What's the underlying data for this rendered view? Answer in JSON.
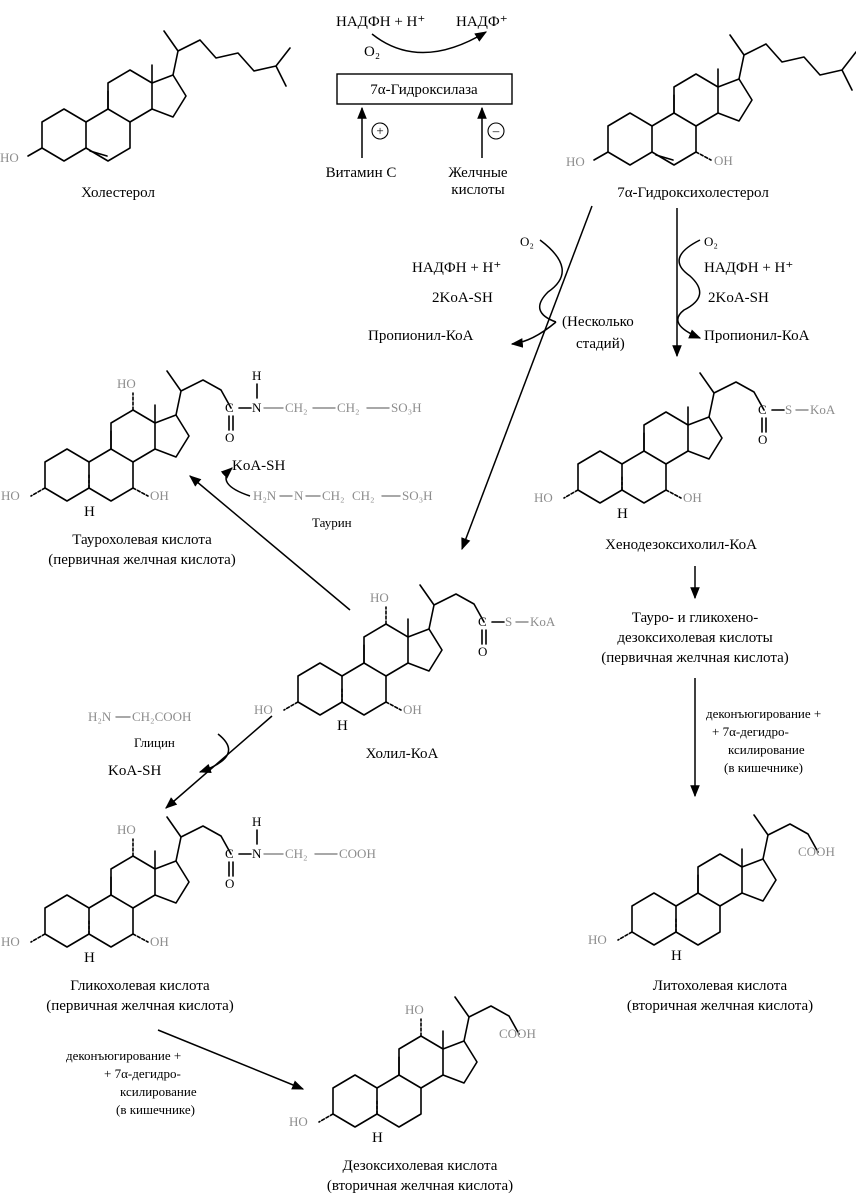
{
  "colors": {
    "ink": "#000000",
    "substituent": "#8c8c8c",
    "background": "#ffffff"
  },
  "enzyme_block": {
    "enzyme": "7α-Гидроксилаза",
    "nadph": "НАДФН + H⁺",
    "nadp": "НАДФ⁺",
    "o2": "O₂",
    "activator": "Витамин С",
    "inhibitor_line1": "Желчные",
    "inhibitor_line2": "кислоты",
    "plus": "+",
    "minus": "–"
  },
  "compounds": {
    "cholesterol": "Холестерол",
    "hydroxycholesterol": "7α-Гидроксихолестерол",
    "taurocholic_line1": "Таурохолевая кислота",
    "taurocholic_line2": "(первичная желчная кислота)",
    "chenodeoxycholyl_coa": "Хенодезоксихолил-КоА",
    "tauro_glyco_line1": "Тауро- и гликохено-",
    "tauro_glyco_line2": "дезоксихолевая кислоты",
    "tauro_glyco_line3": "(первичная желчная кислота)",
    "cholyl_coa": "Холил-КоА",
    "glycocholic_line1": "Гликохолевая кислота",
    "glycocholic_line2": "(первичная желчная кислота)",
    "lithocholic_line1": "Литохолевая кислота",
    "lithocholic_line2": "(вторичная желчная кислота)",
    "deoxycholic_line1": "Дезоксихолевая кислота",
    "deoxycholic_line2": "(вторичная желчная кислота)"
  },
  "reagents": {
    "o2": "O₂",
    "nadph": "НАДФН + H⁺",
    "coa2": "2KoA-SH",
    "propionyl": "Пропионил-КоА",
    "several_line1": "(Несколько",
    "several_line2": "стадий)",
    "koa_sh": "KoA-SH",
    "taurine": "Таурин",
    "glycine": "Глицин",
    "deconj_line1": "деконъюгирование +",
    "deconj_line2": "+ 7α-дегидро-",
    "deconj_line3": "ксилирование",
    "deconj_line4": "(в кишечнике)"
  },
  "atoms": {
    "ho": "HO",
    "oh": "OH",
    "h": "H",
    "o": "O",
    "c": "C",
    "n": "N",
    "s": "S",
    "koa": "KoA",
    "cooh": "COOH",
    "ch2": "CH₂",
    "ch2cooh": "CH₂COOH",
    "so3h": "SO₃H",
    "h2n": "H₂N",
    "dash": "—"
  }
}
